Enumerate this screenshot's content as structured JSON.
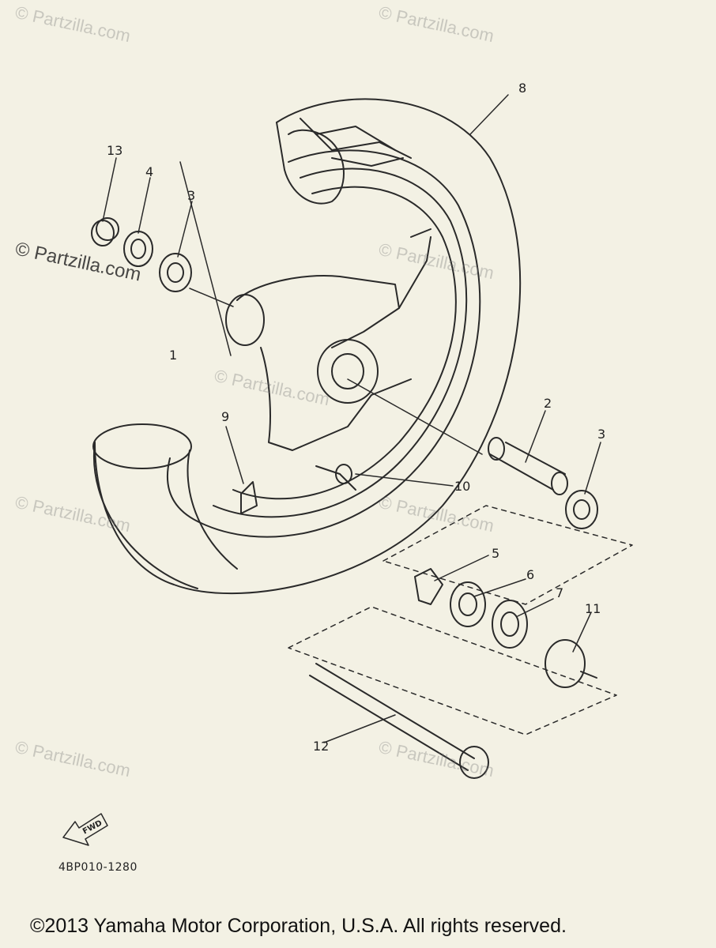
{
  "watermarks": [
    "© Partzilla.com",
    "© Partzilla.com",
    "© Partzilla.com",
    "© Partzilla.com",
    "© Partzilla.com",
    "© Partzilla.com",
    "© Partzilla.com",
    "© Partzilla.com",
    "© Partzilla.com"
  ],
  "callouts": [
    "1",
    "2",
    "3",
    "3",
    "4",
    "5",
    "6",
    "7",
    "8",
    "9",
    "10",
    "11",
    "12",
    "13"
  ],
  "fwd_label": "FWD",
  "diagram_code": "4BP010-1280",
  "copyright": "©2013 Yamaha Motor Corporation, U.S.A. All rights reserved.",
  "colors": {
    "background": "#f3f1e4",
    "line": "#2a2a2a"
  }
}
